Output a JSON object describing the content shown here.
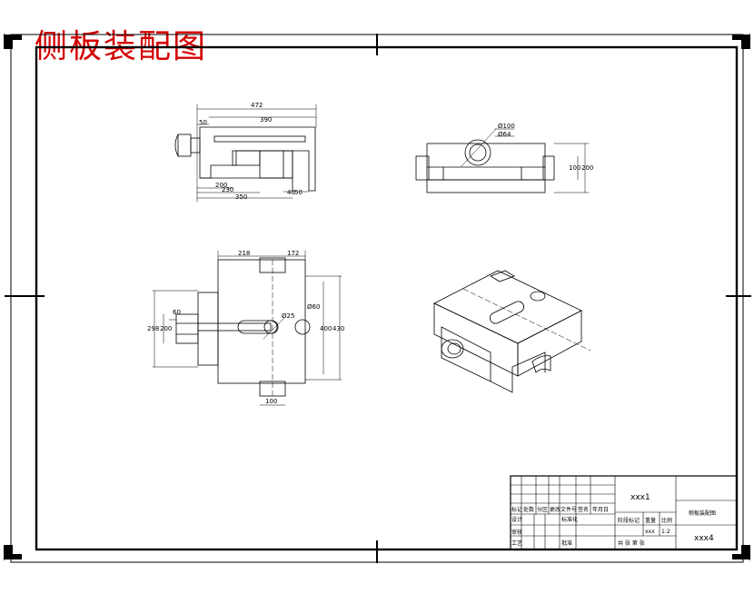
{
  "drawing": {
    "title": "侧板装配图",
    "title_color": "#d40000",
    "line_color": "#000000"
  },
  "front_view": {
    "dims": {
      "overall": "472",
      "right": "390",
      "left": "50",
      "b1": "200",
      "b2": "230",
      "b3": "350",
      "small": "40",
      "small2": "50"
    }
  },
  "top_view": {
    "dims": {
      "d100": "Ø100",
      "d64": "Ø64",
      "h1": "100",
      "h2": "200"
    }
  },
  "side_view": {
    "dims": {
      "w_left": "218",
      "w_right": "172",
      "h60": "60",
      "h298": "298",
      "h200": "200",
      "d25": "Ø25",
      "d60": "Ø60",
      "h400": "400",
      "h430": "430",
      "bottom": "100"
    }
  },
  "title_block": {
    "part_code": "xxx1",
    "drawing_name": "侧板装配图",
    "drawing_code": "xxx4",
    "cells": {
      "mark": "标记",
      "count": "处数",
      "zone": "分区",
      "change_doc": "更改文件号",
      "sign": "签名",
      "date": "年月日",
      "design": "设计",
      "standard": "标准化",
      "stage_mark": "阶段标记",
      "weight": "重量",
      "scale": "比例",
      "scale_val": "1:2",
      "review": "审核",
      "process": "工艺",
      "approve": "批准",
      "sheets": "共   张 第   张",
      "weight_val": "xxx"
    }
  }
}
